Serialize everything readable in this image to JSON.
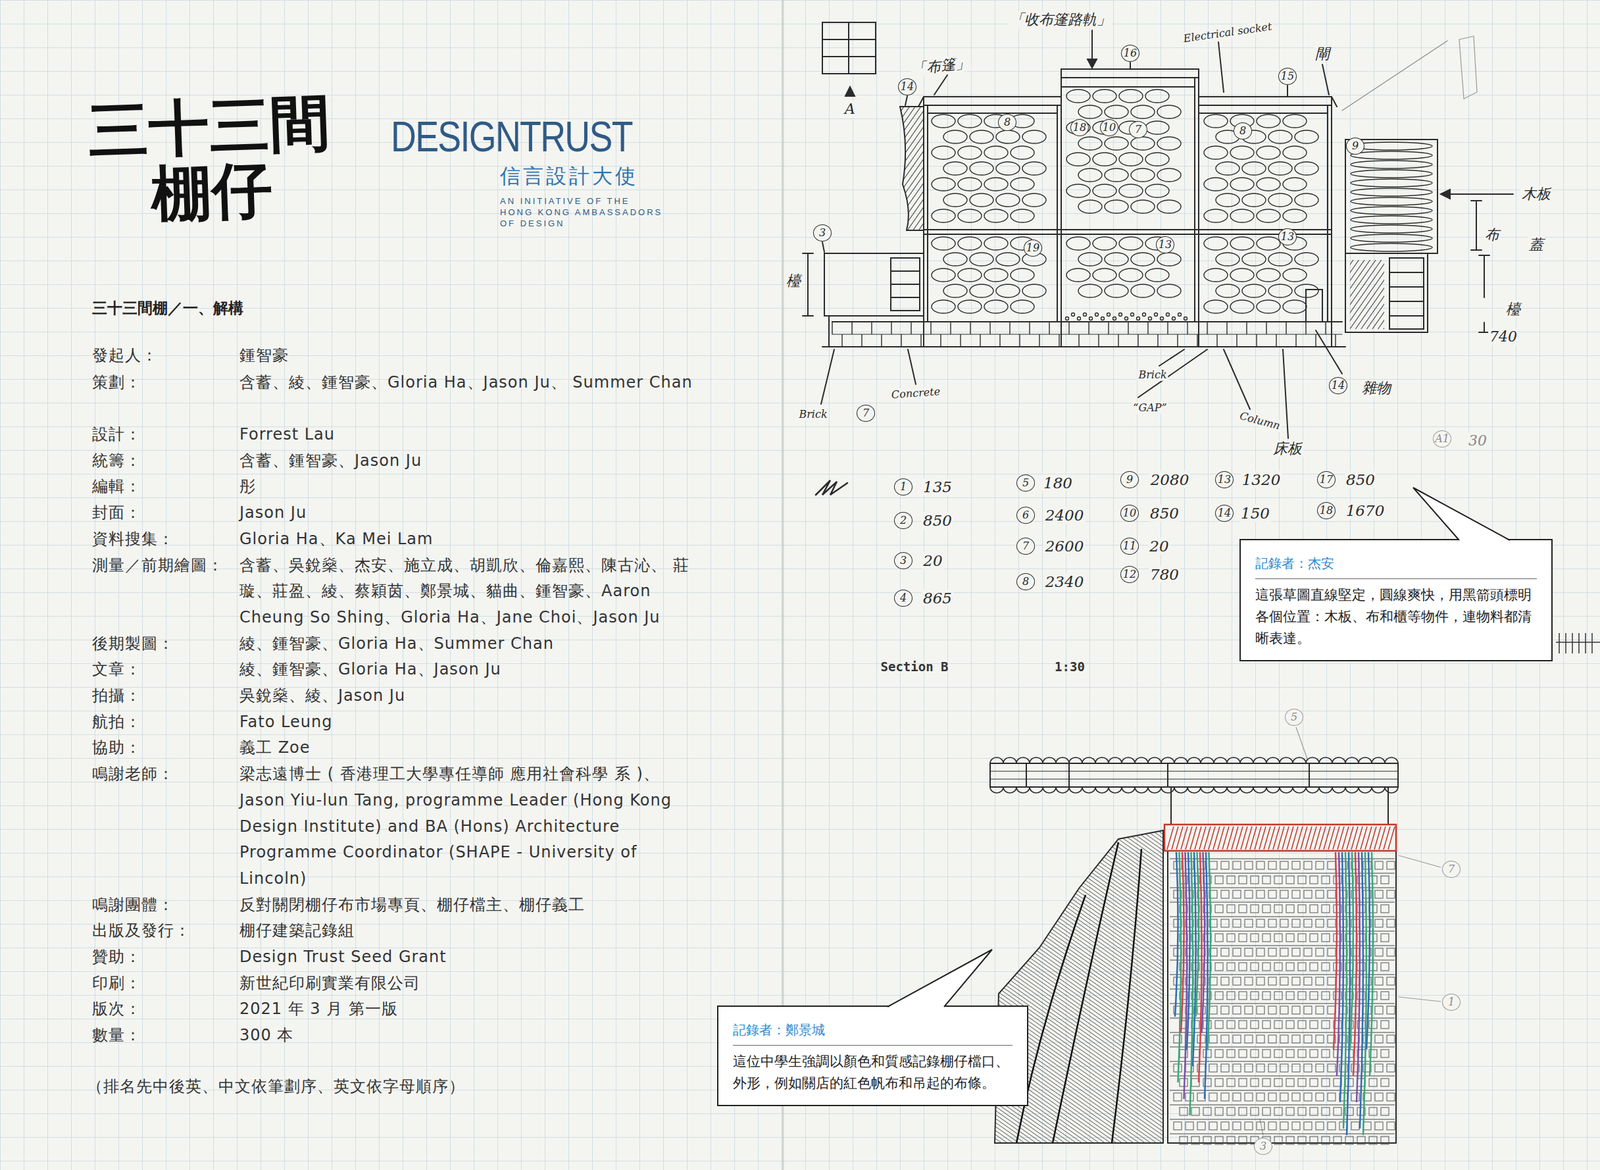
{
  "diagram": {
    "title": "三十三間棚仔",
    "nodes": [
      {
        "text": [
          "記錄者：杰安",
          "這張草圖直線堅定，圓線爽快，用黑箭頭標明各個位置：木板、布和櫃等物件，連物料都清晰表達。"
        ]
      },
      {
        "text": [
          "記錄者：鄭景城",
          "這位中學生強調以顏色和質感記錄棚仔檔口、外形，例如關店的紅色帆布和吊起的布條。"
        ]
      }
    ],
    "labels": [
      "DESIGNTRUST",
      "信言設計大使",
      "AN INITIATIVE OF THE HONG KONG AMBASSADORS OF DESIGN",
      "三十三間棚／一、解構",
      "發起人：",
      "鍾智豪",
      "策劃：",
      "含蓄、綾、鍾智豪、Gloria Ha、Jason Ju、 Summer Chan",
      "設計：",
      "Forrest Lau",
      "統籌：",
      "含蓄、鍾智豪、Jason Ju",
      "編輯：",
      "彤",
      "封面：",
      "Jason Ju",
      "資料搜集：",
      "Gloria Ha、Ka Mei Lam",
      "測量／前期繪圖：",
      "含蓄、吳銳燊、杰安、施立成、胡凱欣、倫嘉熙、陳古沁、 莊璇、莊盈、綾、蔡穎茵、鄭景城、貓曲、鍾智豪、Aaron Cheung So Shing、Gloria Ha、Jane Choi、Jason Ju",
      "後期製圖：",
      "綾、鍾智豪、Gloria Ha、Summer Chan",
      "文章：",
      "綾、鍾智豪、Gloria Ha、Jason Ju",
      "拍攝：",
      "吳銳燊、綾、Jason Ju",
      "航拍：",
      "Fato Leung",
      "協助：",
      "義工 Zoe",
      "鳴謝老師：",
      "梁志遠博士 ( 香港理工大學專任導師 應用社會科學 系 )、Jason Yiu-lun Tang, programme Leader (Hong Kong Design Institute) and BA (Hons) Architecture Programme Coordinator (SHAPE - University of Lincoln)",
      "鳴謝團體：",
      "反對關閉棚仔布市場專頁、棚仔檔主、棚仔義工",
      "出版及發行：",
      "棚仔建築記錄組",
      "贊助：",
      "Design Trust Seed Grant",
      "印刷：",
      "新世紀印刷實業有限公司",
      "版次：",
      "2021 年 3 月 第一版",
      "數量：",
      "300 本",
      "（排名先中後英、中文依筆劃序、英文依字母順序）",
      "A",
      "「布篷」",
      "「收布篷路軌」",
      "Electrical socket",
      "閘",
      "14",
      "16",
      "15",
      "8",
      "18",
      "10",
      "7",
      "8",
      "9",
      "3",
      "19",
      "13",
      "13",
      "木板",
      "布",
      "蓋",
      "檯",
      "740",
      "檯",
      "Concrete",
      "Brick",
      "7",
      "Brick",
      "“GAP”",
      "Column",
      "床板",
      "14",
      "雜物",
      "A1",
      "30",
      "1",
      "135",
      "2",
      "850",
      "3",
      "20",
      "4",
      "865",
      "5",
      "180",
      "6",
      "2400",
      "7",
      "2600",
      "8",
      "2340",
      "9",
      "2080",
      "10",
      "850",
      "11",
      "20",
      "12",
      "780",
      "13",
      "1320",
      "14",
      "150",
      "17",
      "850",
      "18",
      "1670",
      "Section B",
      "1:30",
      "5",
      "7",
      "1",
      "3"
    ]
  }
}
